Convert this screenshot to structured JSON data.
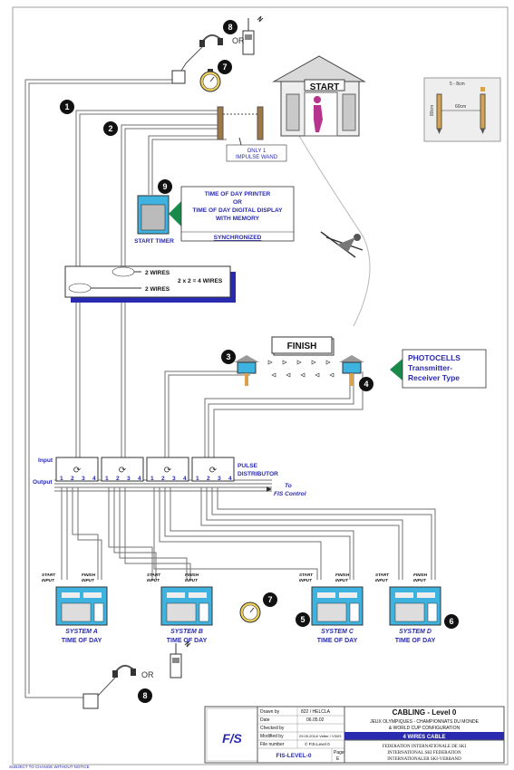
{
  "start_label": "START",
  "finish_label": "FINISH",
  "or_label": "OR",
  "only_impulse": [
    "ONLY 1",
    "IMPULSE WAND"
  ],
  "dims": {
    "top": "5 - 8cm",
    "side": "80cm",
    "between": "60cm"
  },
  "printer_box": {
    "lines": [
      "TIME OF DAY PRINTER",
      "OR",
      "TIME OF DAY DIGITAL DISPLAY",
      "WITH MEMORY"
    ],
    "sync": "SYNCHRONIZED",
    "timer_label": "START TIMER"
  },
  "wires": {
    "a": "2 WIRES",
    "b": "2 WIRES",
    "total": "2 x 2 = 4 WIRES"
  },
  "photocells": [
    "PHOTOCELLS",
    "Transmitter-",
    "Receiver Type"
  ],
  "distributor": {
    "input": "Input",
    "output": "Output",
    "name": [
      "PULSE",
      "DISTRIBUTOR"
    ],
    "to": "To",
    "fis": "FIS Control",
    "ports": [
      "1",
      "2",
      "3",
      "4"
    ]
  },
  "io_labels": {
    "start": [
      "START",
      "INPUT"
    ],
    "finish": [
      "FINISH",
      "INPUT"
    ]
  },
  "systems": [
    {
      "name": "SYSTEM A",
      "sub": "TIME OF DAY"
    },
    {
      "name": "SYSTEM B",
      "sub": "TIME OF DAY"
    },
    {
      "name": "SYSTEM C",
      "sub": "TIME OF DAY"
    },
    {
      "name": "SYSTEM D",
      "sub": "TIME OF DAY"
    }
  ],
  "markers": [
    "1",
    "2",
    "3",
    "4",
    "5",
    "6",
    "7",
    "8",
    "9"
  ],
  "title_block": {
    "drawn_by_k": "Drawn by",
    "drawn_by_v": "822 / HELCLA",
    "date_k": "Date",
    "date_v": "06.05.02",
    "checked_k": "Checked by",
    "checked_v": "",
    "modified_k": "Modified by",
    "modified_v": "29.09.2014/ Vetter / V3/03",
    "file_k": "File number",
    "file_v": "© FIS-Level 0",
    "code": "FIS-LEVEL-0",
    "page_k": "Page",
    "page_v": "E",
    "title": "CABLING - Level 0",
    "sub1": "JEUX OLYMPIQUES - CHAMPIONNATS DU MONDE",
    "sub2": "& WORLD CUP CONFIGURATION",
    "cable": "4 WIRES CABLE",
    "org1": "FEDERATION INTERNATIONALE DE SKI",
    "org2": "INTERNATIONAL SKI FEDERATION",
    "org3": "INTERNATIONALER SKI-VERBAND",
    "logo": "F/S"
  },
  "footer": "SUBJECT TO CHANGE WITHOUT NOTICE",
  "colors": {
    "blue": "#2a2ab0",
    "cyan": "#3fb3e0",
    "green": "#1a8a4a",
    "purple": "#b6348f"
  }
}
